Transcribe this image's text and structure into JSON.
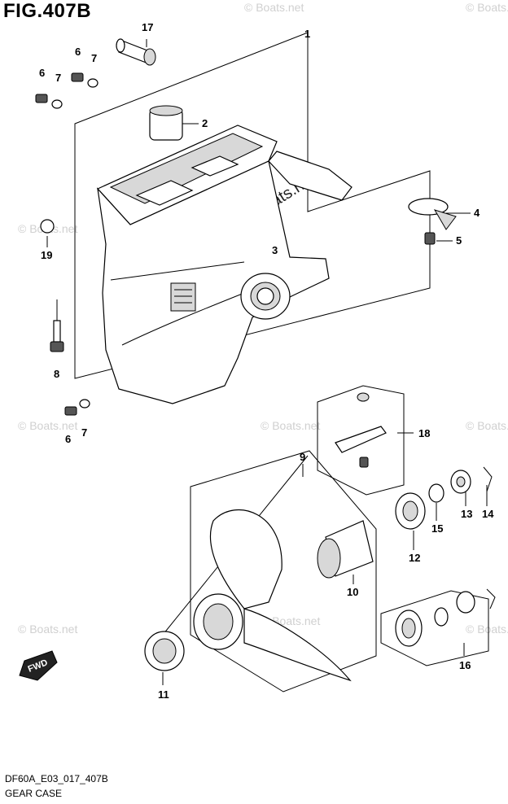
{
  "figure": {
    "title": "FIG.407B",
    "code": "DF60A_E03_017_407B",
    "name": "GEAR CASE"
  },
  "watermark": {
    "text": "© Boats.net",
    "center_text": "© Boats.net"
  },
  "direction_badge": {
    "label": "FWD"
  },
  "callouts": [
    {
      "number": "1"
    },
    {
      "number": "2"
    },
    {
      "number": "3"
    },
    {
      "number": "4"
    },
    {
      "number": "5"
    },
    {
      "number": "6"
    },
    {
      "number": "6"
    },
    {
      "number": "6"
    },
    {
      "number": "7"
    },
    {
      "number": "7"
    },
    {
      "number": "7"
    },
    {
      "number": "8"
    },
    {
      "number": "9"
    },
    {
      "number": "10"
    },
    {
      "number": "11"
    },
    {
      "number": "12"
    },
    {
      "number": "13"
    },
    {
      "number": "14"
    },
    {
      "number": "15"
    },
    {
      "number": "16"
    },
    {
      "number": "17"
    },
    {
      "number": "18"
    },
    {
      "number": "19"
    }
  ]
}
